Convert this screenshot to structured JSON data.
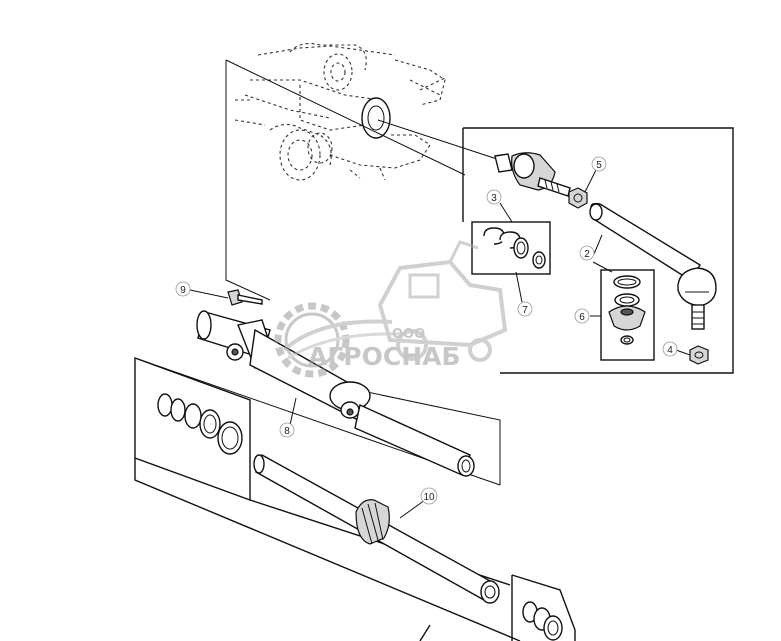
{
  "callouts": [
    {
      "id": "c2",
      "label": "2"
    },
    {
      "id": "c3",
      "label": "3"
    },
    {
      "id": "c4",
      "label": "4"
    },
    {
      "id": "c5",
      "label": "5"
    },
    {
      "id": "c6",
      "label": "6"
    },
    {
      "id": "c7",
      "label": "7"
    },
    {
      "id": "c8",
      "label": "8"
    },
    {
      "id": "c9",
      "label": "9"
    },
    {
      "id": "c10",
      "label": "10"
    }
  ],
  "watermark": {
    "prefix": "ООО",
    "name": "АГРОСНАБ"
  }
}
